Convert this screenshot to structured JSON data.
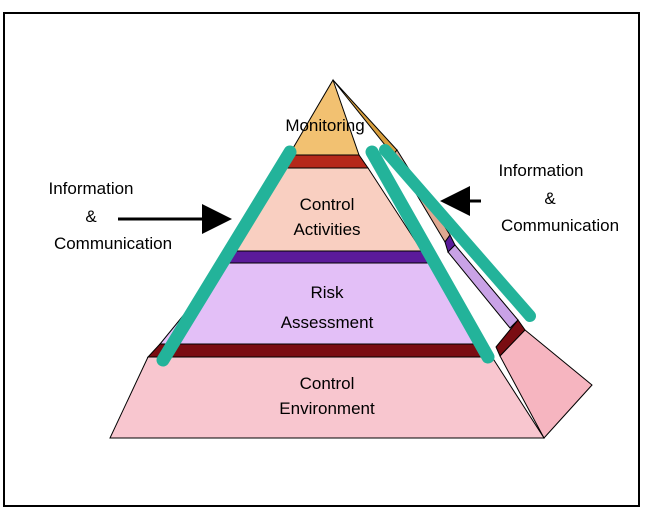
{
  "diagram": {
    "layers": {
      "monitoring": "Monitoring",
      "control_activities_line1": "Control",
      "control_activities_line2": "Activities",
      "risk_assessment_line1": "Risk",
      "risk_assessment_line2": "Assessment",
      "control_environment_line1": "Control",
      "control_environment_line2": "Environment"
    },
    "left_callout": {
      "line1": "Information",
      "line2": "&",
      "line3": "Communication"
    },
    "right_callout": {
      "line1": "Information",
      "line2": "&",
      "line3": "Communication"
    },
    "colors": {
      "monitoring": "#f2c171",
      "control_activities": "#f9cfc1",
      "risk_assessment": "#e3bff7",
      "control_environment": "#f8c6cf",
      "band_dark_red": "#7a0c12",
      "band_purple": "#5b1a9a",
      "teal_bar": "#23b39a",
      "arrow": "#000000"
    }
  }
}
